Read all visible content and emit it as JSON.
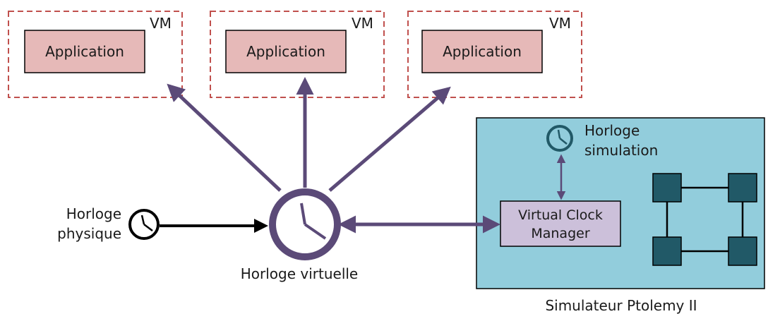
{
  "vms": [
    {
      "vm_label": "VM",
      "app_label": "Application"
    },
    {
      "vm_label": "VM",
      "app_label": "Application"
    },
    {
      "vm_label": "VM",
      "app_label": "Application"
    }
  ],
  "physical_clock": {
    "line1": "Horloge",
    "line2": "physique"
  },
  "virtual_clock": {
    "label": "Horloge virtuelle"
  },
  "simulator": {
    "title": "Simulateur Ptolemy II",
    "sim_clock": {
      "line1": "Horloge",
      "line2": "simulation"
    },
    "vcm": {
      "line1": "Virtual Clock",
      "line2": "Manager"
    }
  },
  "colors": {
    "vm_border": "#c0504d",
    "app_fill": "#e6b9b8",
    "arrow": "#5b4a78",
    "simulator_fill": "#92cddc",
    "vcm_fill": "#ccc0da",
    "node_fill": "#215967",
    "sim_clock": "#215967"
  }
}
